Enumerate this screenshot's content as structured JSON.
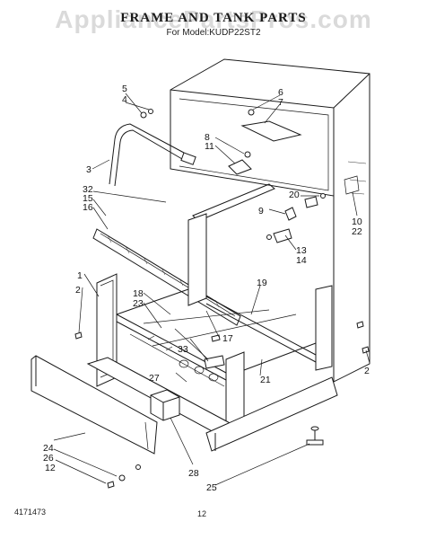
{
  "watermark": "AppliancePartsPros.com",
  "header": {
    "title": "FRAME AND TANK PARTS",
    "subtitle": "For Model:KUDP22ST2"
  },
  "footer": {
    "doc_number": "4171473",
    "page_number": "12"
  },
  "callouts": {
    "c1": "1",
    "c2a": "2",
    "c2b": "2",
    "c3": "3",
    "c4": "4",
    "c5": "5",
    "c6": "6",
    "c7": "7",
    "c8": "8",
    "c9": "9",
    "c10": "10",
    "c11": "11",
    "c12a": "12",
    "c13": "13",
    "c14": "14",
    "c15": "15",
    "c16": "16",
    "c17": "17",
    "c18": "18",
    "c19": "19",
    "c20": "20",
    "c21": "21",
    "c22": "22",
    "c23": "23",
    "c24": "24",
    "c25": "25",
    "c26": "26",
    "c27": "27",
    "c28": "28",
    "c32": "32",
    "c33": "33"
  }
}
